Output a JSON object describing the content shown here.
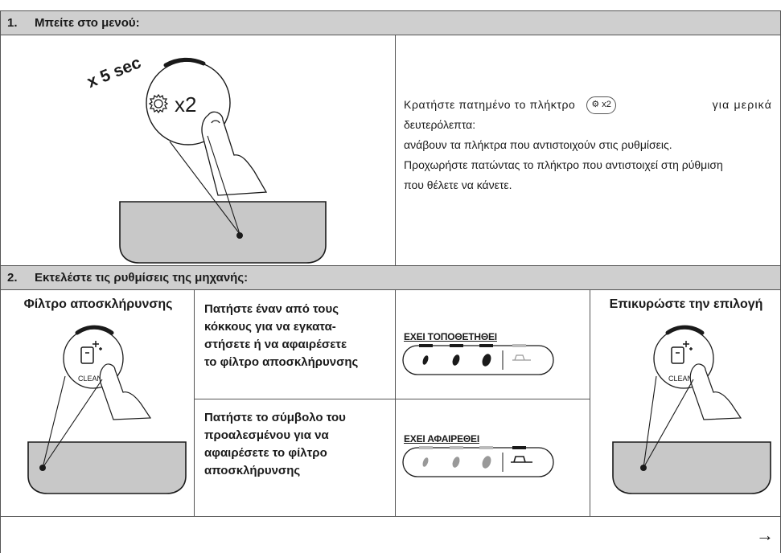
{
  "section1": {
    "number": "1.",
    "title": "Μπείτε στο μενού:",
    "illustration_text": {
      "duration": "x 5 sec",
      "button": "x2"
    },
    "instructions": [
      "Κρατήστε πατημένο το πλήκτρο",
      "για μερικά",
      "δευτερόλεπτα:",
      "ανάβουν τα πλήκτρα που αντιστοιχούν στις ρυθμίσεις.",
      "Προχωρήστε πατώντας το πλήκτρο που αντιστοιχεί στη ρύθμιση",
      "που θέλετε να κάνετε."
    ],
    "inline_button": "x2"
  },
  "section2": {
    "number": "2.",
    "title": "Εκτελέστε τις ρυθμίσεις της μηχανής:",
    "left_caption": "Φίλτρο αποσκλήρυνσης",
    "right_caption": "Επικυρώστε την επιλογή",
    "clean_label": "CLEAN",
    "row1": {
      "instruction": [
        "Πατήστε έναν από τους",
        "κόκκους για να εγκατα-",
        "στήσετε ή να αφαιρέσετε",
        "το φίλτρο αποσκλήρυνσης"
      ],
      "panel_label": "ΕΧΕΙ ΤΟΠΟΘΕΤΗΘΕΙ"
    },
    "row2": {
      "instruction": [
        "Πατήστε το σύμβολο του",
        "προαλεσμένου για να",
        "αφαιρέσετε το φίλτρο",
        "αποσκλήρυνσης"
      ],
      "panel_label": "ΕΧΕΙ ΑΦΑΙΡΕΘΕΙ"
    }
  },
  "footer": {
    "next_icon": "arrow-right-icon",
    "symbol": "→"
  }
}
